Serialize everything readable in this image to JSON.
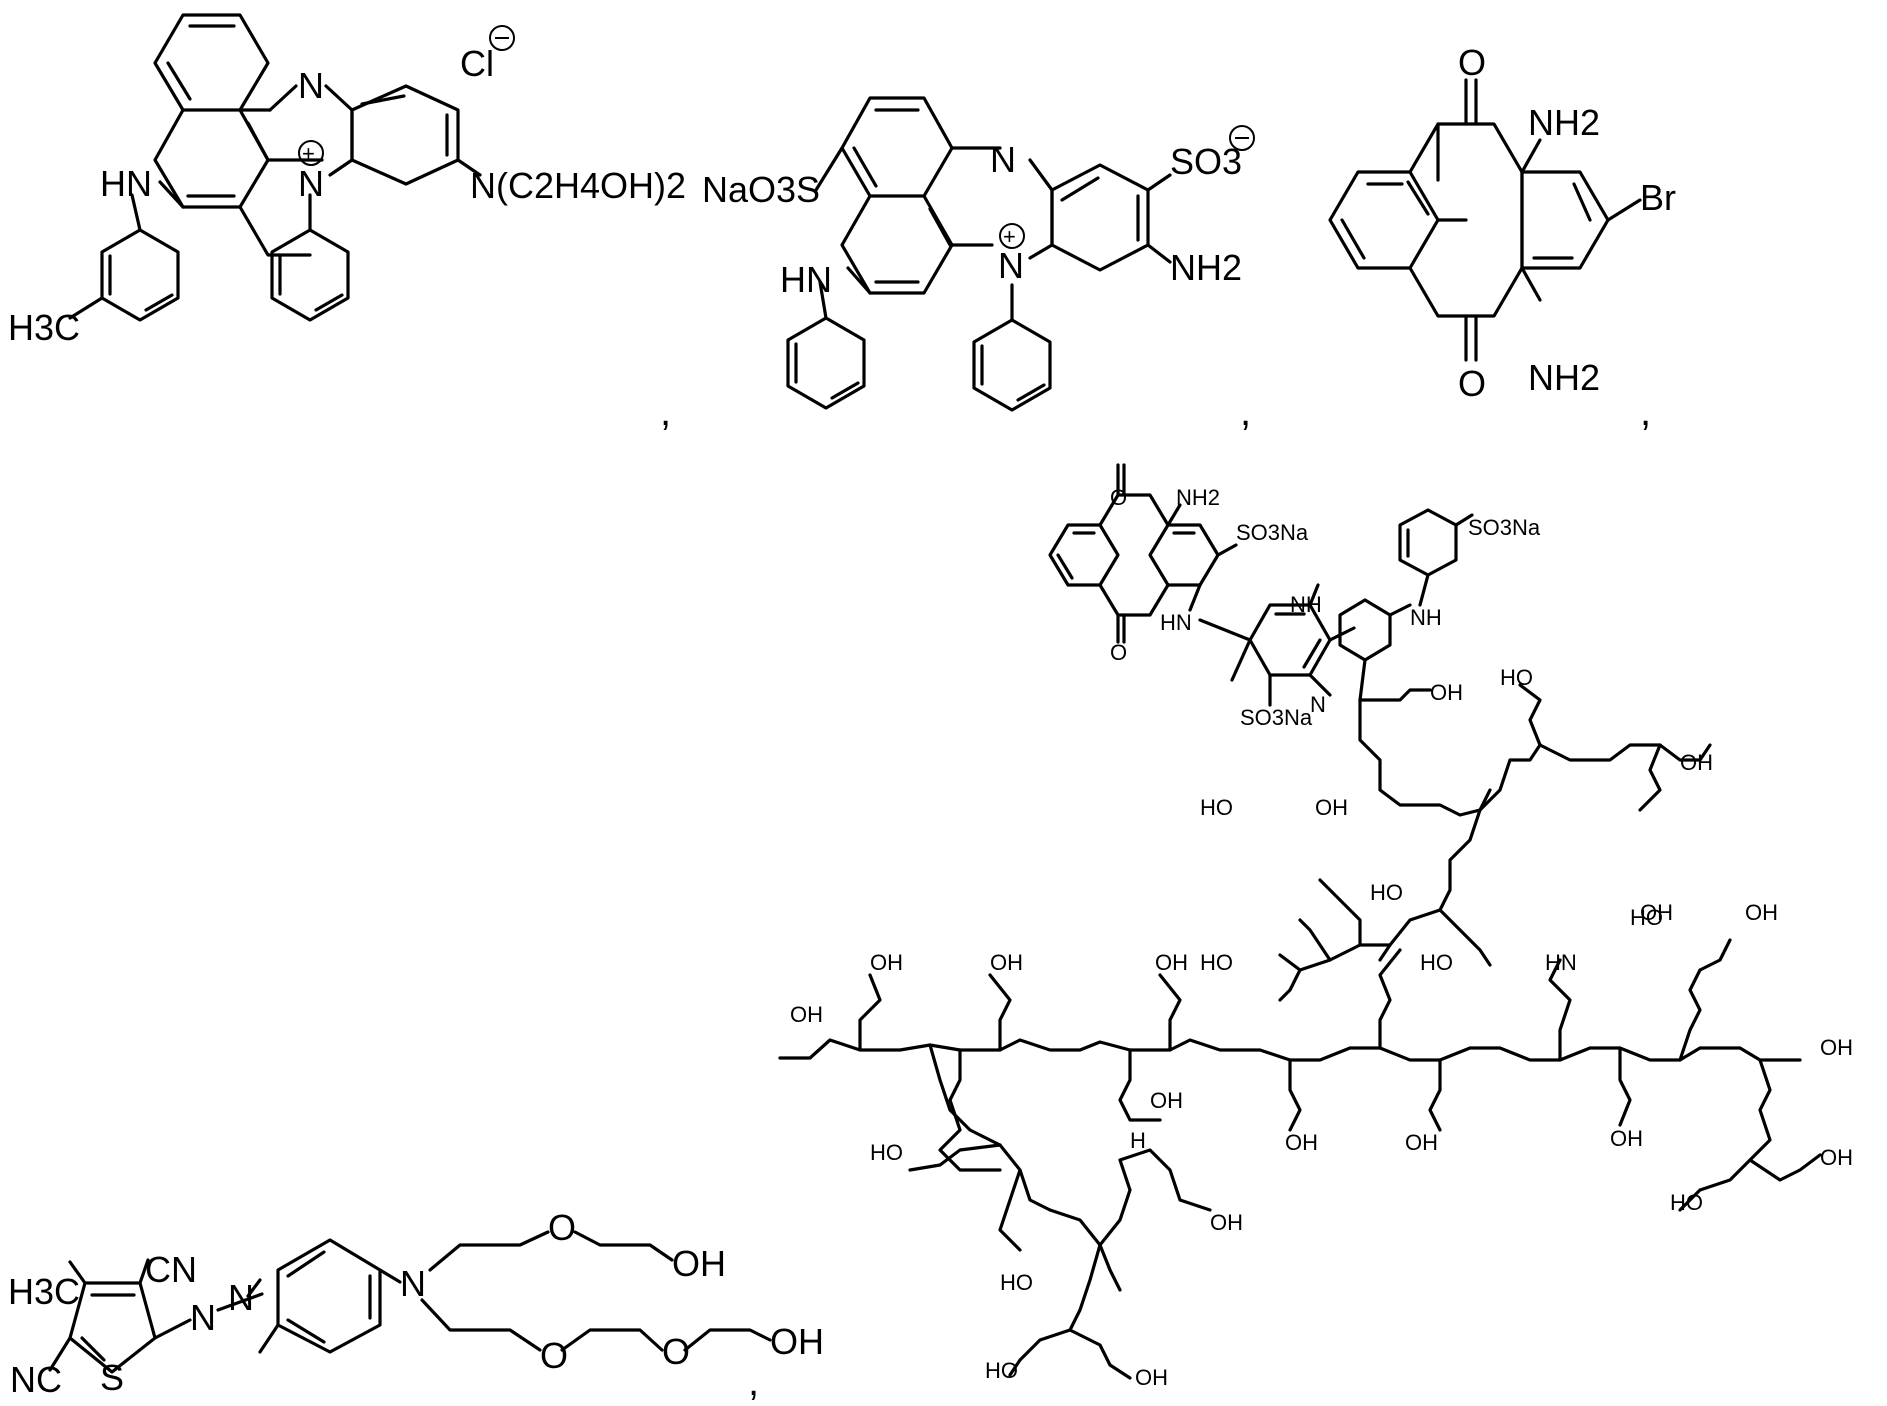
{
  "structures": {
    "s1": {
      "counter_ion": "Cl",
      "atoms": {
        "n_top": "N",
        "n_plus": "N",
        "hn": "HN",
        "ch3": "H3C",
        "sub": "N(C2H4OH)2"
      }
    },
    "s2": {
      "atoms": {
        "n_top": "N",
        "n_plus": "N",
        "hn": "HN",
        "so3na": "NaO3S",
        "so3": "SO3",
        "nh2": "NH2"
      }
    },
    "s3": {
      "atoms": {
        "o_top": "O",
        "o_bot": "O",
        "nh2_top": "NH2",
        "nh2_bot": "NH2",
        "br": "Br"
      }
    },
    "s4": {
      "atoms": {
        "ch3": "H3C",
        "cn1": "CN",
        "cn2": "NC",
        "s": "S",
        "azo1": "N",
        "azo2": "N",
        "n": "N",
        "o1": "O",
        "o2": "O",
        "o3": "O",
        "oh1": "OH",
        "oh2": "OH"
      }
    },
    "s5": {
      "atoms": {
        "o_top": "O",
        "o_bot": "O",
        "nh2": "NH2",
        "so3na1": "SO3Na",
        "so3na2": "SO3Na",
        "so3na3": "SO3Na",
        "hn": "HN",
        "nh1": "NH",
        "nh2b": "NH",
        "hn2": "HN",
        "hn3": "H",
        "n": "N",
        "oh": "OH",
        "ho": "HO"
      }
    }
  },
  "separators": [
    ",",
    ",",
    ",",
    ","
  ]
}
